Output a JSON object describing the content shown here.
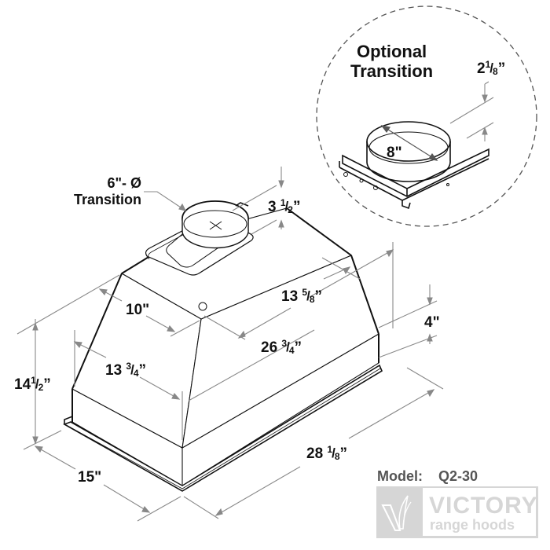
{
  "diagram": {
    "subject": "Range hood insert dimension drawing",
    "optional_transition": {
      "title_line1": "Optional",
      "title_line2": "Transition",
      "diameter": "8\"",
      "height": {
        "whole": "2",
        "num": "1",
        "den": "8"
      }
    },
    "main_transition": {
      "label_line1": "6\"- Ø",
      "label_line2": "Transition",
      "height": {
        "whole": "3",
        "num": "1",
        "den": "2"
      }
    },
    "dimensions": {
      "top_depth": "10\"",
      "top_width": {
        "whole": "13",
        "num": "5",
        "den": "8"
      },
      "top_length": {
        "whole": "26",
        "num": "3",
        "den": "4"
      },
      "lower_box_height": "4\"",
      "overall_height": {
        "whole": "14",
        "num": "1",
        "den": "2"
      },
      "slant_depth": {
        "whole": "13",
        "num": "3",
        "den": "4"
      },
      "base_depth": "15\"",
      "base_width": {
        "whole": "28",
        "num": "1",
        "den": "8"
      }
    },
    "model": {
      "label": "Model:",
      "value": "Q2-30"
    },
    "brand": {
      "name": "VICTORY",
      "tagline": "range hoods"
    },
    "colors": {
      "outline": "#111111",
      "dimension_line": "#888888",
      "logo_gray": "#d6d6d6",
      "model_text": "#555555"
    }
  }
}
